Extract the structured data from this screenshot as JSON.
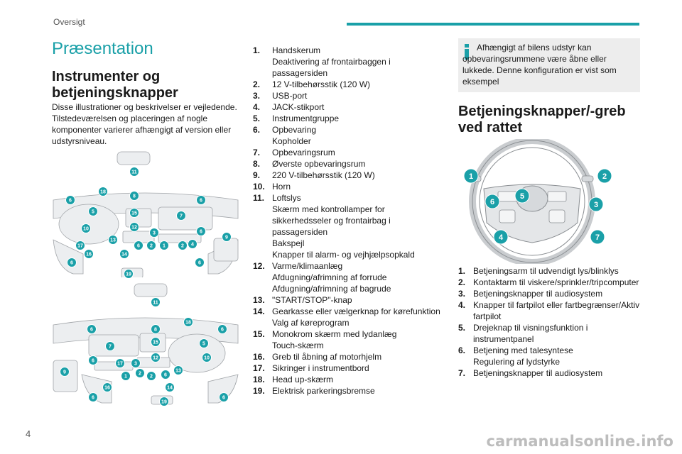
{
  "header": {
    "section_label": "Oversigt"
  },
  "page_title": "Præsentation",
  "instruments": {
    "heading": "Instrumenter og betjeningsknapper",
    "intro": "Disse illustrationer og beskrivelser er vejledende. Tilstedeværelsen og placeringen af nogle komponenter varierer afhængigt af version eller udstyrsniveau.",
    "items": [
      {
        "num": "1.",
        "lines": [
          "Handskerum",
          "Deaktivering af frontairbaggen i passagersiden"
        ]
      },
      {
        "num": "2.",
        "lines": [
          "12 V-tilbehørsstik (120 W)"
        ]
      },
      {
        "num": "3.",
        "lines": [
          "USB-port"
        ]
      },
      {
        "num": "4.",
        "lines": [
          "JACK-stikport"
        ]
      },
      {
        "num": "5.",
        "lines": [
          "Instrumentgruppe"
        ]
      },
      {
        "num": "6.",
        "lines": [
          "Opbevaring",
          "Kopholder"
        ]
      },
      {
        "num": "7.",
        "lines": [
          "Opbevaringsrum"
        ]
      },
      {
        "num": "8.",
        "lines": [
          "Øverste opbevaringsrum"
        ]
      },
      {
        "num": "9.",
        "lines": [
          "220 V-tilbehørsstik (120 W)"
        ]
      },
      {
        "num": "10.",
        "lines": [
          "Horn"
        ]
      },
      {
        "num": "11.",
        "lines": [
          "Loftslys",
          "Skærm med kontrollamper for sikkerhedsseler og frontairbag i passagersiden",
          "Bakspejl",
          "Knapper til alarm- og vejhjælpsopkald"
        ]
      },
      {
        "num": "12.",
        "lines": [
          "Varme/klimaanlæg",
          "Afdugning/afrimning af forrude",
          "Afdugning/afrimning af bagrude"
        ]
      },
      {
        "num": "13.",
        "lines": [
          "\"START/STOP\"-knap"
        ]
      },
      {
        "num": "14.",
        "lines": [
          "Gearkasse eller vælgerknap for kørefunktion",
          "Valg af køreprogram"
        ]
      },
      {
        "num": "15.",
        "lines": [
          "Monokrom skærm med lydanlæg",
          "Touch-skærm"
        ]
      },
      {
        "num": "16.",
        "lines": [
          "Greb til åbning af motorhjelm"
        ]
      },
      {
        "num": "17.",
        "lines": [
          "Sikringer i instrumentbord"
        ]
      },
      {
        "num": "18.",
        "lines": [
          "Head up-skærm"
        ]
      },
      {
        "num": "19.",
        "lines": [
          "Elektrisk parkeringsbremse"
        ]
      }
    ]
  },
  "info_box": {
    "icon": "info-icon",
    "text": "Afhængigt af bilens udstyr kan opbevaringsrummene være åbne eller lukkede. Denne konfiguration er vist som eksempel"
  },
  "steering": {
    "heading": "Betjeningsknapper/-greb ved rattet",
    "items": [
      {
        "num": "1.",
        "lines": [
          "Betjeningsarm til udvendigt lys/blinklys"
        ]
      },
      {
        "num": "2.",
        "lines": [
          "Kontaktarm til viskere/sprinkler/tripcomputer"
        ]
      },
      {
        "num": "3.",
        "lines": [
          "Betjeningsknapper til audiosystem"
        ]
      },
      {
        "num": "4.",
        "lines": [
          "Knapper til fartpilot eller fartbegrænser/Aktiv fartpilot"
        ]
      },
      {
        "num": "5.",
        "lines": [
          "Drejeknap til visningsfunktion i instrumentpanel"
        ]
      },
      {
        "num": "6.",
        "lines": [
          "Betjening med talesyntese",
          "Regulering af lydstyrke"
        ]
      },
      {
        "num": "7.",
        "lines": [
          "Betjeningsknapper til audiosystem"
        ]
      }
    ]
  },
  "dashboard_callouts": {
    "upper": [
      "11",
      "18",
      "8",
      "6",
      "6",
      "5",
      "15",
      "7",
      "10",
      "12",
      "3",
      "6",
      "9",
      "13",
      "17",
      "6",
      "2",
      "1",
      "2",
      "4",
      "16",
      "14",
      "6",
      "6",
      "19"
    ],
    "lower": [
      "11",
      "18",
      "6",
      "8",
      "6",
      "5",
      "15",
      "7",
      "10",
      "12",
      "6",
      "3",
      "9",
      "17",
      "2",
      "13",
      "1",
      "2",
      "6",
      "16",
      "14",
      "6",
      "6",
      "19"
    ]
  },
  "wheel_callouts": [
    "1",
    "2",
    "5",
    "6",
    "3",
    "4",
    "7"
  ],
  "colors": {
    "accent": "#1aa0a8",
    "callout": "#1aa0a8",
    "info_bg": "#ededed"
  },
  "footer": {
    "page_number": "4",
    "watermark": "carmanualsonline.info"
  }
}
